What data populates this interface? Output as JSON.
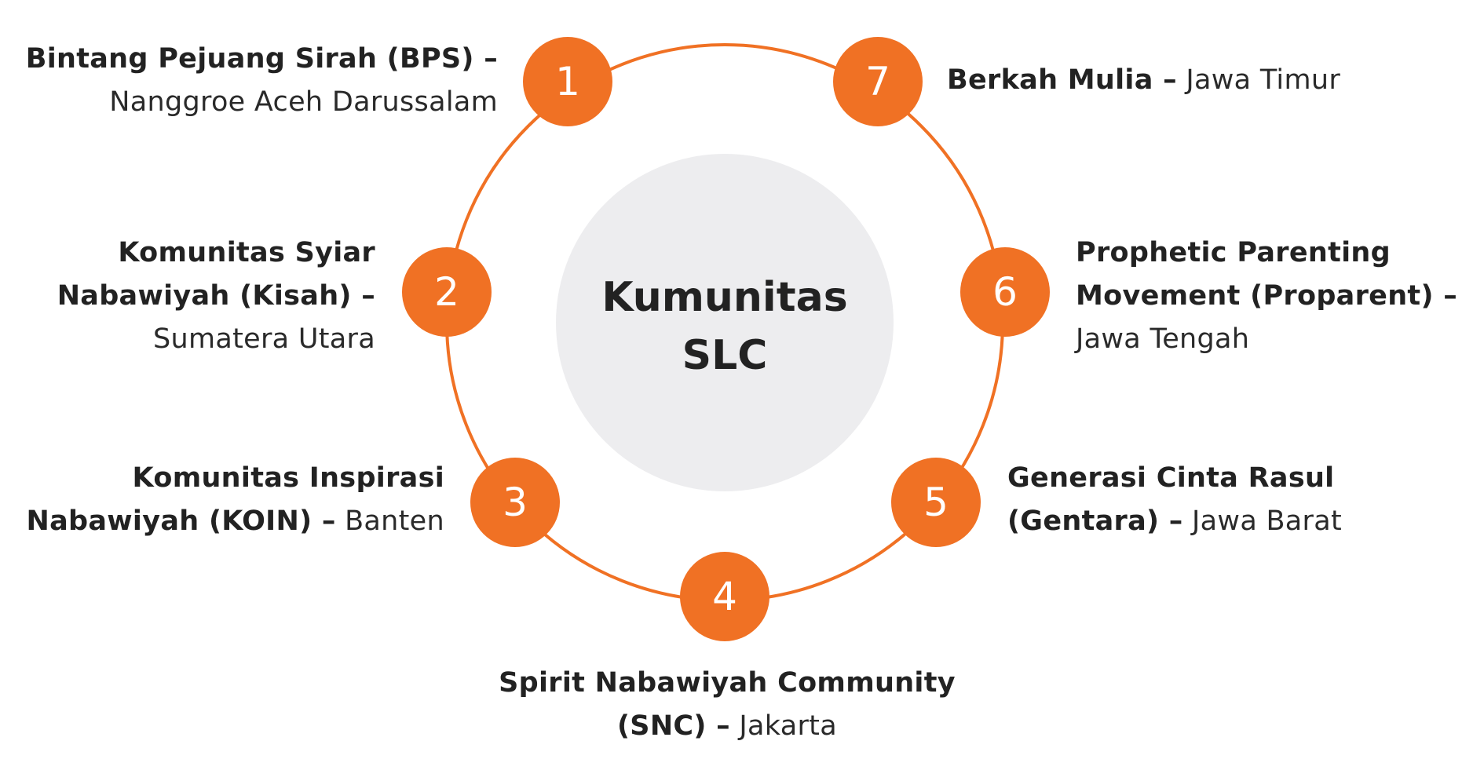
{
  "center": {
    "line1": "Kumunitas",
    "line2": "SLC"
  },
  "colors": {
    "accent": "#F07124",
    "center_fill": "#EDEDEF",
    "text": "#222222"
  },
  "nodes": [
    {
      "number": "1",
      "name": "Bintang Pejuang Sirah (BPS) –",
      "region": "Nanggroe Aceh Darussalam"
    },
    {
      "number": "2",
      "name_line1": "Komunitas Syiar",
      "name_line2": "Nabawiyah (Kisah) –",
      "region": "Sumatera Utara"
    },
    {
      "number": "3",
      "name_line1": "Komunitas Inspirasi",
      "name_line2": "Nabawiyah (KOIN) –",
      "region": "Banten"
    },
    {
      "number": "4",
      "name_line1": "Spirit Nabawiyah Community",
      "name_line2": "(SNC) –",
      "region": "Jakarta"
    },
    {
      "number": "5",
      "name_line1": "Generasi Cinta Rasul",
      "name_line2": "(Gentara) –",
      "region": "Jawa Barat"
    },
    {
      "number": "6",
      "name_line1": "Prophetic Parenting",
      "name_line2": "Movement (Proparent) –",
      "region": "Jawa Tengah"
    },
    {
      "number": "7",
      "name": "Berkah Mulia –",
      "region": "Jawa Timur"
    }
  ]
}
